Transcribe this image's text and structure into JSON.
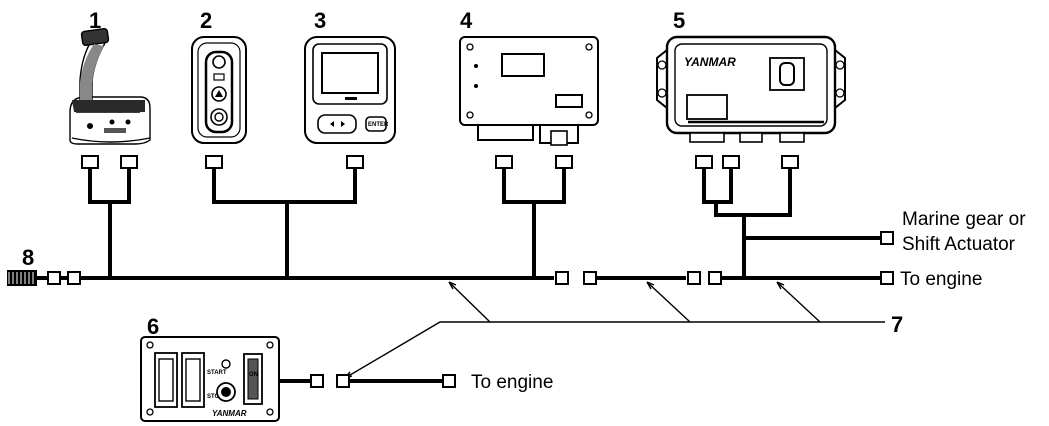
{
  "callouts": {
    "c1": "1",
    "c2": "2",
    "c3": "3",
    "c4": "4",
    "c5": "5",
    "c6": "6",
    "c7": "7",
    "c8": "8"
  },
  "labels": {
    "marine_gear_line1": "Marine gear or",
    "marine_gear_line2": "Shift Actuator",
    "to_engine_main": "To engine",
    "to_engine_panel": "To engine"
  },
  "device_text": {
    "ecu_brand": "YANMAR",
    "panel_brand": "YANMAR",
    "panel_start": "START",
    "panel_stop": "STOP",
    "panel_on": "ON",
    "display_enter": "ENTER"
  }
}
